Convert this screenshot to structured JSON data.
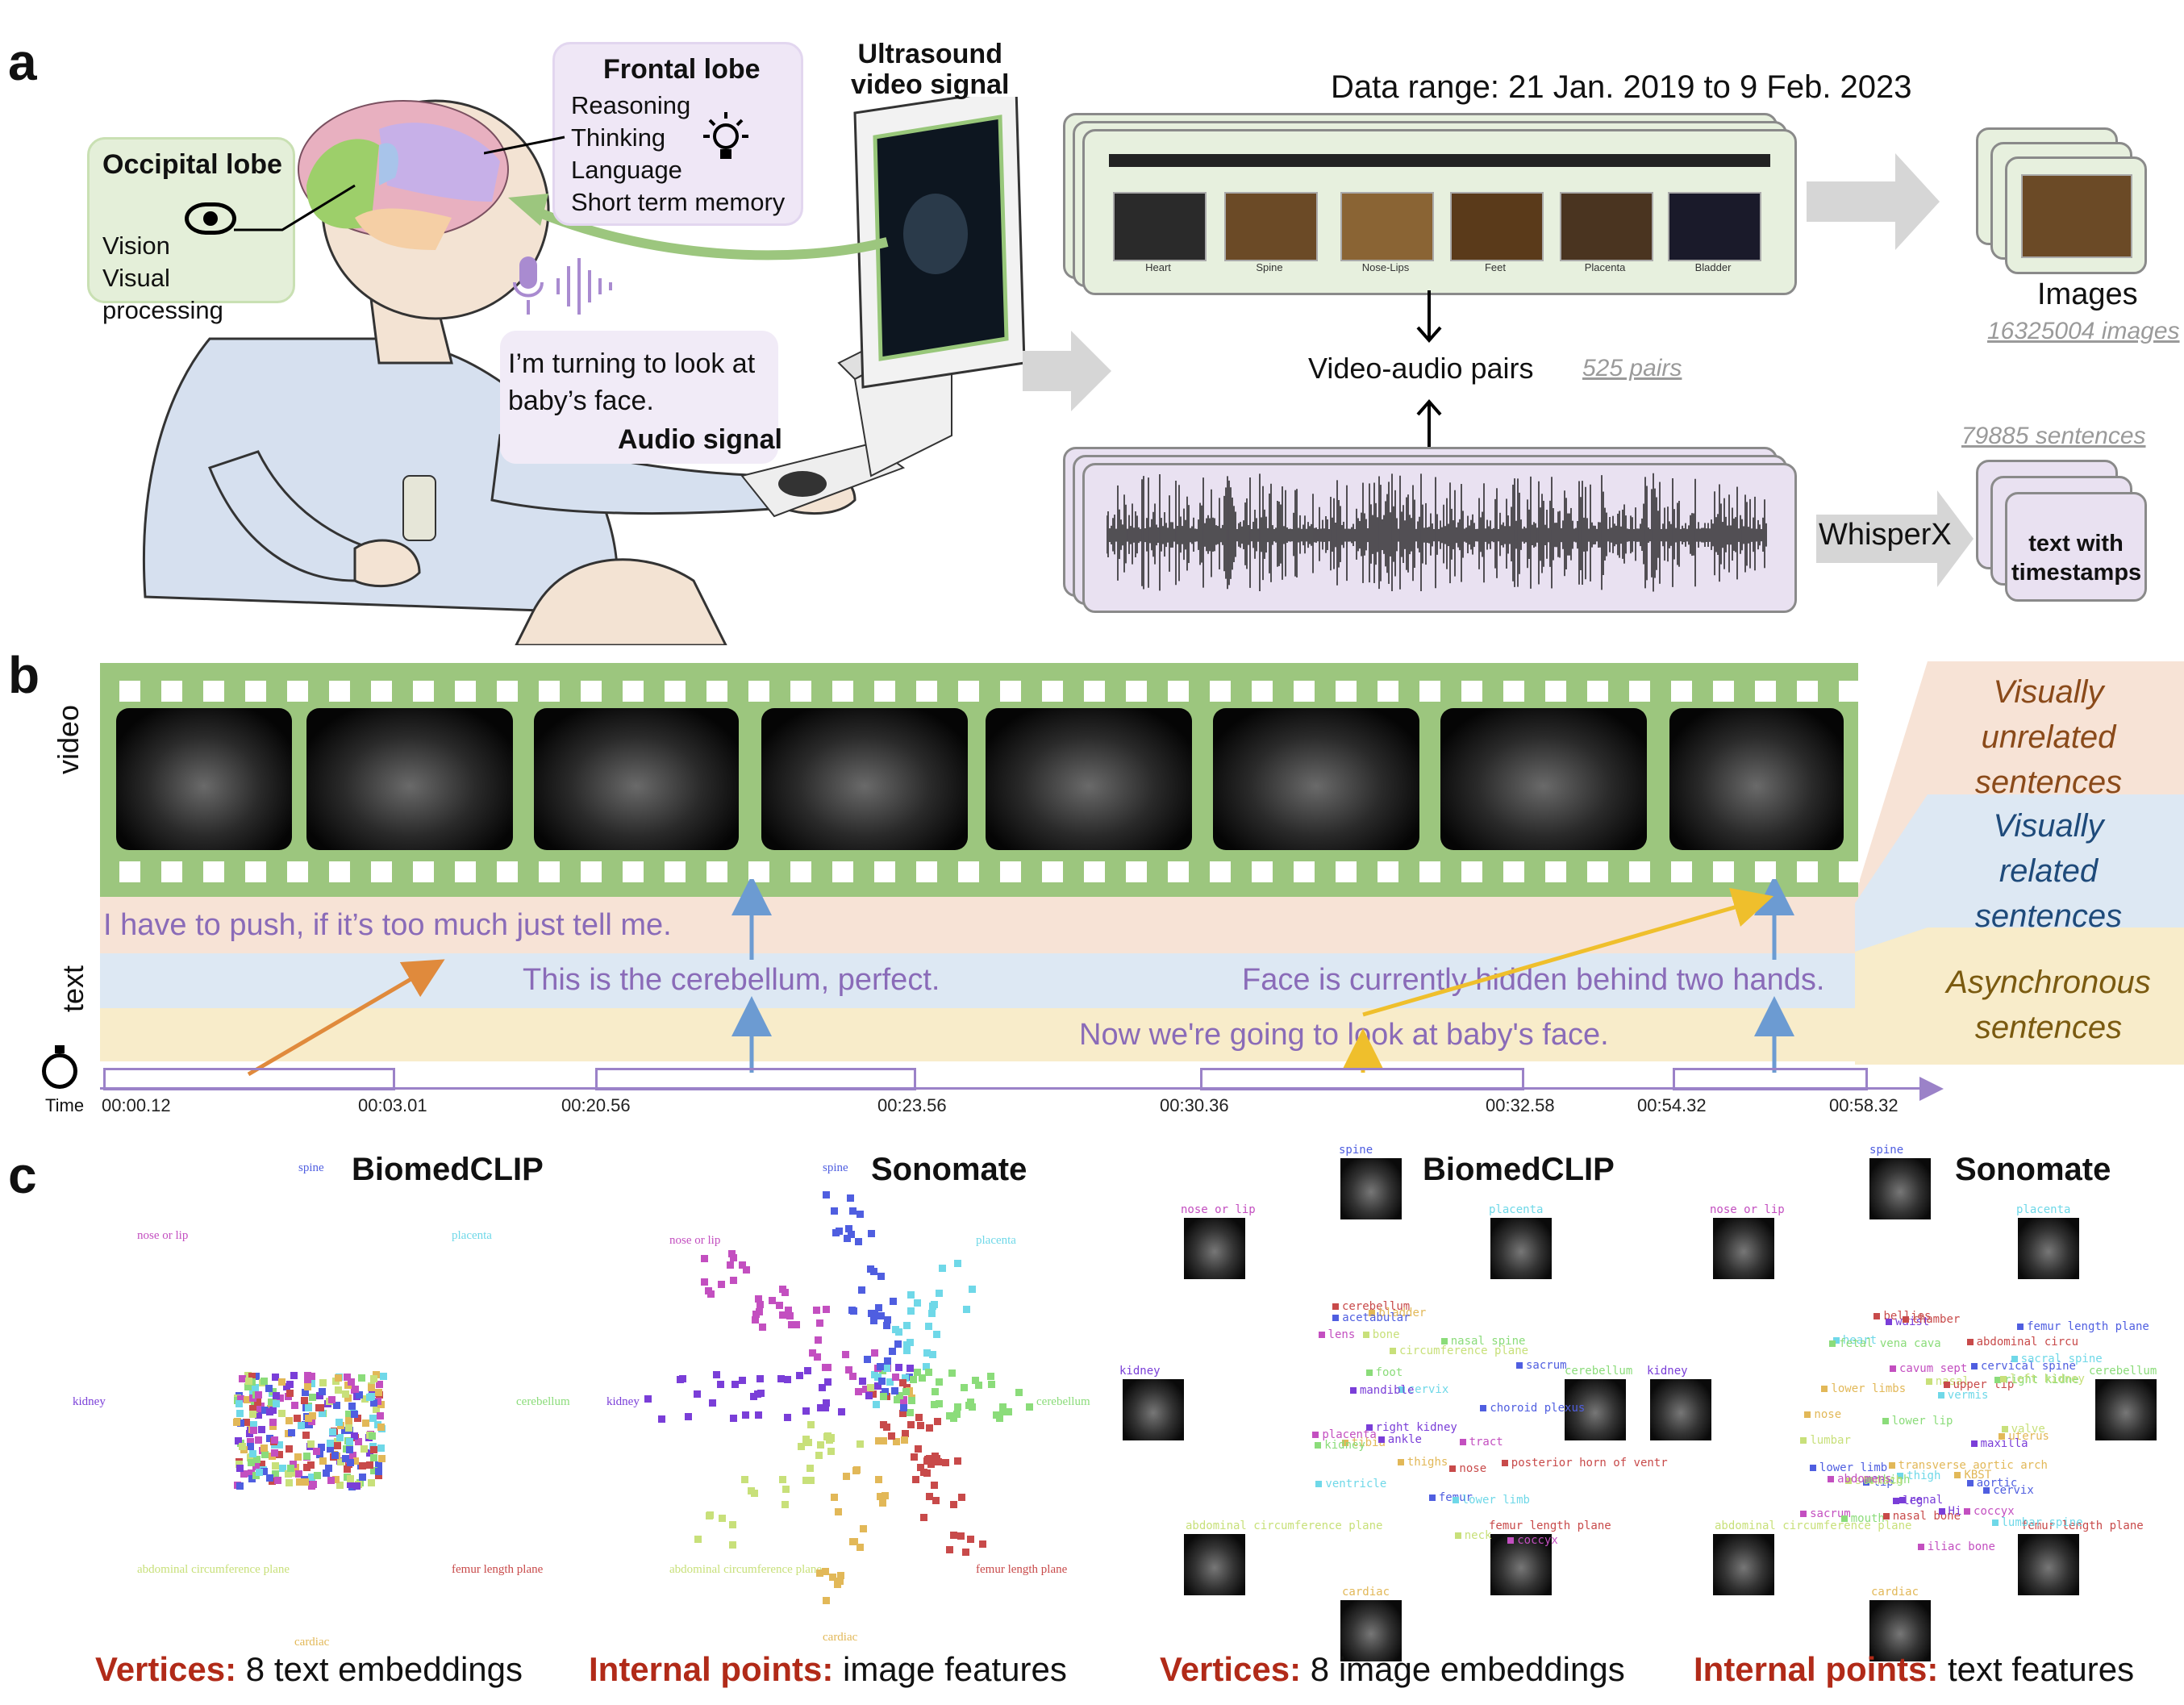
{
  "panels": {
    "a": "a",
    "b": "b",
    "c": "c"
  },
  "panel_a": {
    "occipital": {
      "title": "Occipital lobe",
      "items": [
        "Vision",
        "Visual processing"
      ]
    },
    "frontal": {
      "title": "Frontal lobe",
      "items": [
        "Reasoning",
        "Thinking",
        "Language",
        "Short term memory"
      ]
    },
    "ultrasound_label": [
      "Ultrasound",
      "video signal"
    ],
    "speech": [
      "I’m turning to look at",
      "baby’s face."
    ],
    "audio_label": "Audio signal",
    "date_range": "Data range: 21 Jan. 2019 to 9 Feb. 2023",
    "thumbnails": [
      "Heart",
      "Spine",
      "Nose-Lips",
      "Feet",
      "Placenta",
      "Bladder"
    ],
    "pairs_label": "Video-audio pairs",
    "pairs_count": "525 pairs",
    "images_label": "Images",
    "images_count": "16325004 images",
    "sentences_count": "79885 sentences",
    "whisper": "WhisperX",
    "text_ts": [
      "text with",
      "timestamps"
    ]
  },
  "panel_b": {
    "video_axis": "video",
    "text_axis": "text",
    "time_label": "Time",
    "sentences": {
      "unrelated": "I have to push, if it’s too much just tell me.",
      "related1": "This is the cerebellum, perfect.",
      "related2": "Face is currently hidden behind two hands.",
      "async": "Now we're going to look at baby's face."
    },
    "times": [
      "00:00.12",
      "00:03.01",
      "00:20.56",
      "00:23.56",
      "00:30.36",
      "00:32.58",
      "00:54.32",
      "00:58.32"
    ],
    "legend": {
      "unrelated": [
        "Visually",
        "unrelated",
        "sentences"
      ],
      "related": [
        "Visually",
        "related",
        "sentences"
      ],
      "async": [
        "Asynchronous",
        "sentences"
      ]
    },
    "colors": {
      "film": "#9cc67e",
      "unrelated": "#f7e3d6",
      "related": "#dde8f3",
      "async": "#f8ecca",
      "arrow_orange": "#e08a3c",
      "arrow_blue": "#6c9bd2",
      "arrow_yellow": "#efbf2c"
    }
  },
  "panel_c": {
    "plots": [
      {
        "title": "BiomedCLIP",
        "vertices": [
          "spine",
          "nose or lip",
          "placenta",
          "kidney",
          "cerebellum",
          "abdominal circumference plane",
          "femur length plane",
          "cardiac"
        ]
      },
      {
        "title": "Sonomate",
        "vertices": [
          "spine",
          "nose or lip",
          "placenta",
          "kidney",
          "cerebellum",
          "abdominal circumference plane",
          "femur length plane",
          "cardiac"
        ]
      },
      {
        "title": "BiomedCLIP",
        "vertices": [
          "spine",
          "nose or lip",
          "placenta",
          "kidney",
          "cerebellum",
          "abdominal circumference plane",
          "femur length plane",
          "cardiac"
        ],
        "text_points": [
          "sacrum",
          "coccyx",
          "cervix",
          "mandible",
          "nasal spine",
          "circumference plane",
          "cerebellum",
          "thighs",
          "femur",
          "placenta",
          "lower limb",
          "right kidney",
          "foot",
          "neck",
          "posterior horn of ventr",
          "tibia",
          "choroid plexus",
          "tract",
          "ventricle",
          "ankle",
          "kidney",
          "bone",
          "nose",
          "bladder",
          "acetabular",
          "lens"
        ]
      },
      {
        "title": "Sonomate",
        "vertices": [
          "spine",
          "nose or lip",
          "placenta",
          "kidney",
          "cerebellum",
          "abdominal circumference plane",
          "femur length plane",
          "cardiac"
        ],
        "text_points": [
          "cervical spine",
          "sacrum",
          "sacral spine",
          "maxilla",
          "mouth",
          "nasal",
          "upper lip",
          "nose",
          "lip",
          "coccyx",
          "lumbar spine",
          "renal",
          "lower lip",
          "lumbar",
          "nasal bone",
          "uterus",
          "cervix",
          "cavum sept",
          "vermis",
          "Hi",
          "right kidne",
          "left kidney",
          "abdominal circu",
          "lower limbs",
          "lower limb",
          "iliac bone",
          "thigh",
          "leg",
          "thigh",
          "stomach",
          "bellies",
          "transverse aortic arch",
          "aortic",
          "abdomens",
          "heart",
          "waist",
          "fetal vena cava",
          "valve",
          "chamber",
          "KBST",
          "femur length plane"
        ]
      }
    ],
    "captions": [
      {
        "red": "Vertices:",
        "rest": " 8 text embeddings"
      },
      {
        "red": "Internal points:",
        "rest": " image features"
      },
      {
        "red": "Vertices:",
        "rest": " 8 image embeddings"
      },
      {
        "red": "Internal points:",
        "rest": " text features"
      }
    ],
    "class_colors": {
      "spine": "#4f5ee0",
      "nose or lip": "#c34fc0",
      "placenta": "#6fd8e8",
      "kidney": "#7a3ed8",
      "cerebellum": "#8bdc7a",
      "abdominal circumference plane": "#c8e07a",
      "femur length plane": "#c84a4a",
      "cardiac": "#e2b858"
    }
  }
}
